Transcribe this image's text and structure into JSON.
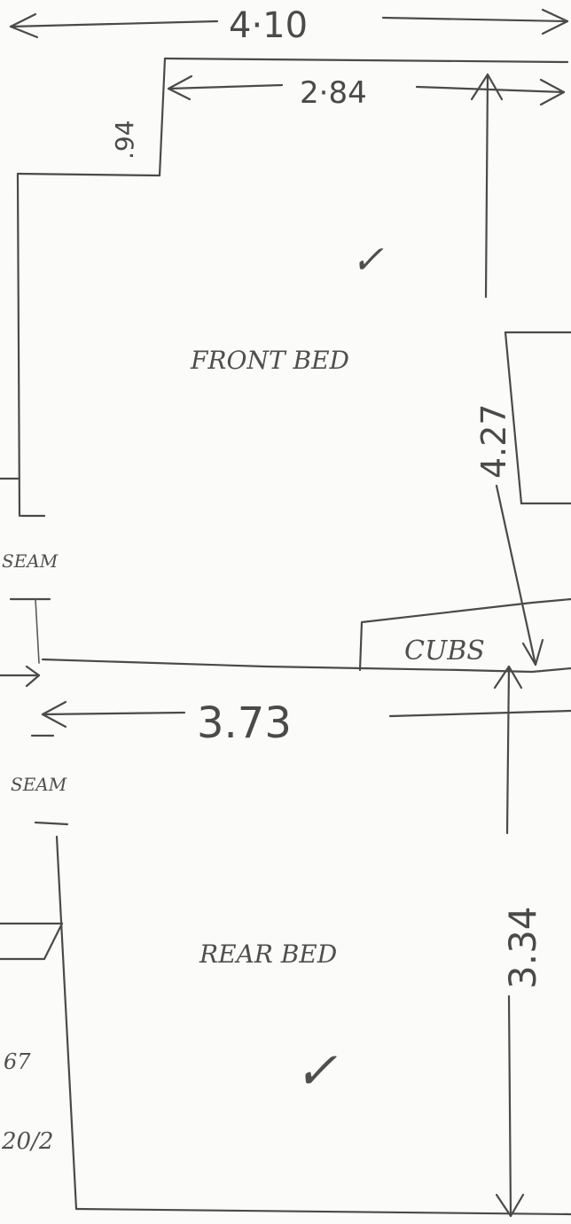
{
  "dimensions": {
    "overall_width": "4·10",
    "front_inner_width": "2·84",
    "left_step": ".94",
    "front_depth": "4.27",
    "seam_width": "3.73",
    "rear_depth": "3.34",
    "left_partial_1": "67",
    "left_partial_2": "20/2"
  },
  "labels": {
    "front_bed": "FRONT BED",
    "rear_bed": "REAR BED",
    "cubs": "CUBS",
    "seam_top": "SEAM",
    "seam_bottom": "SEAM",
    "check_front": "✓",
    "check_rear": "✓"
  }
}
